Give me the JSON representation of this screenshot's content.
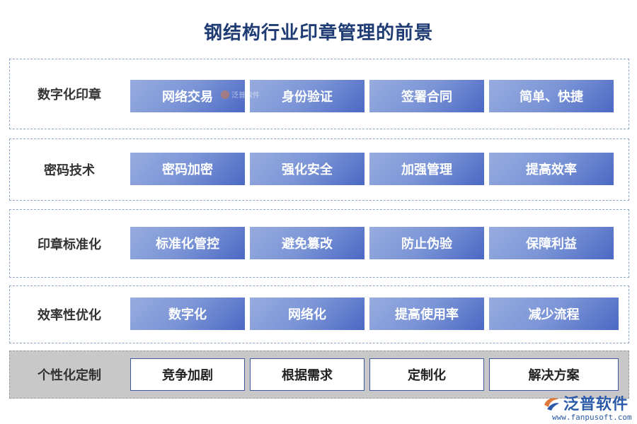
{
  "title": "钢结构行业印章管理的前景",
  "rows": [
    {
      "label": "数字化印章",
      "items": [
        "网络交易",
        "身份验证",
        "签署合同",
        "简单、快捷"
      ]
    },
    {
      "label": "密码技术",
      "items": [
        "密码加密",
        "强化安全",
        "加强管理",
        "提高效率"
      ]
    },
    {
      "label": "印章标准化",
      "items": [
        "标准化管控",
        "避免篡改",
        "防止伪验",
        "保障利益"
      ]
    },
    {
      "label": "效率性优化",
      "items": [
        "数字化",
        "网络化",
        "提高使用率",
        "减少流程"
      ]
    },
    {
      "label": "个性化定制",
      "items": [
        "竞争加剧",
        "根据需求",
        "定制化",
        "解决方案"
      ]
    }
  ],
  "watermark_small": "泛普软件",
  "logo": {
    "name": "泛普软件",
    "url": "www.fanpusoft.com",
    "icon": "fanpu-logo-icon"
  },
  "colors": {
    "title": "#1f3b73",
    "cell_start": "#97acdf",
    "cell_end": "#4b68c4",
    "logo": "#2a5aa8"
  }
}
